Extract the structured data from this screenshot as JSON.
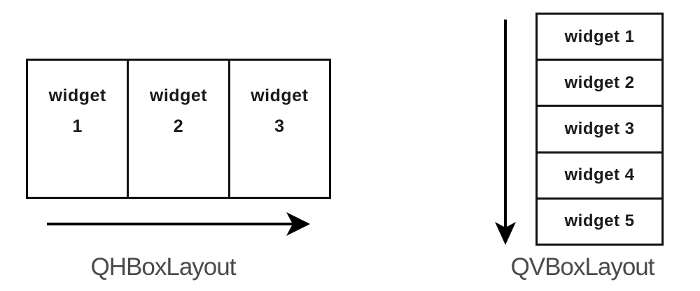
{
  "hbox_figure": {
    "label": "QHBoxLayout",
    "widgets": [
      {
        "word": "widget",
        "number": "1"
      },
      {
        "word": "widget",
        "number": "2"
      },
      {
        "word": "widget",
        "number": "3"
      }
    ],
    "direction_arrow": "right-arrow"
  },
  "vbox_figure": {
    "label": "QVBoxLayout",
    "widgets": [
      {
        "text": "widget 1"
      },
      {
        "text": "widget 2"
      },
      {
        "text": "widget 3"
      },
      {
        "text": "widget 4"
      },
      {
        "text": "widget 5"
      }
    ],
    "direction_arrow": "down-arrow"
  },
  "colors": {
    "background": "#ffffff",
    "widget_text": "#1a1a1a",
    "box_border": "#111111",
    "arrow": "#000000",
    "caption": "#4a4a4a"
  }
}
